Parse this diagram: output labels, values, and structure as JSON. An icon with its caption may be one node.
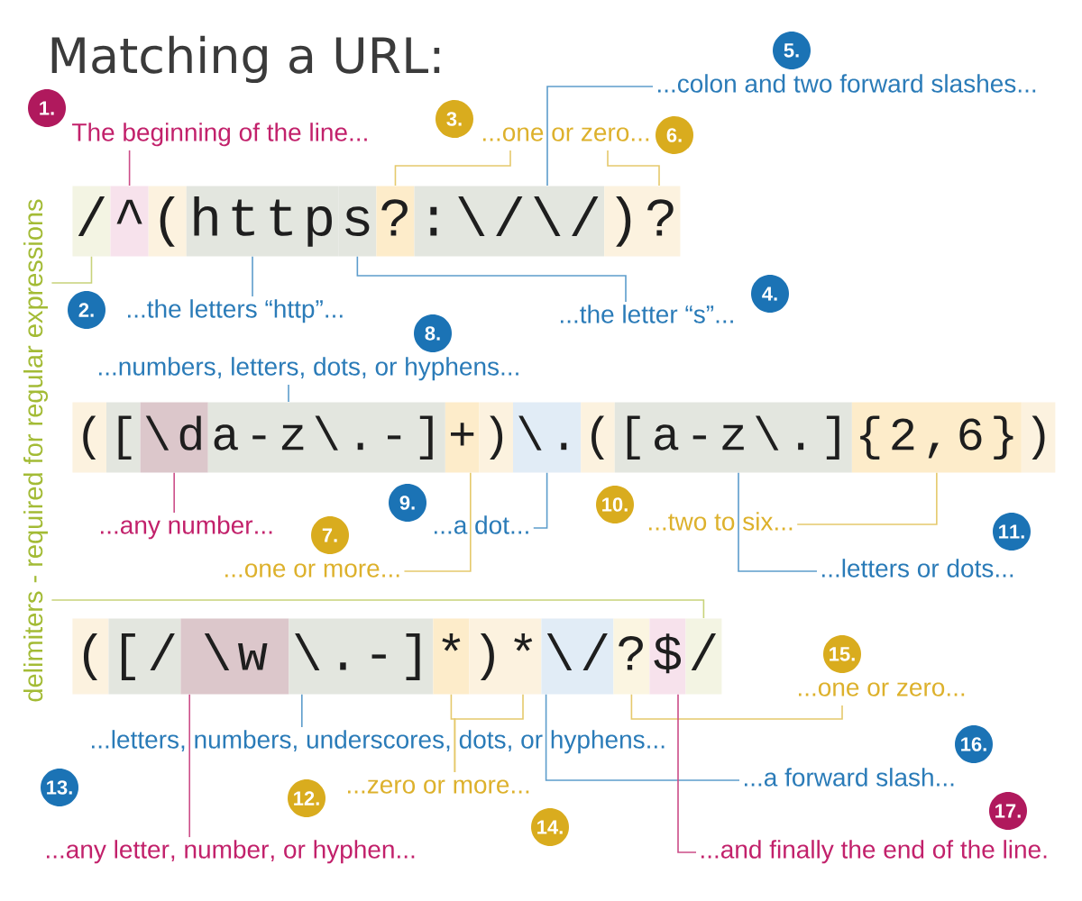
{
  "diagram": {
    "title": "Matching a URL:",
    "nodes": [
      {
        "text": [
          "1."
        ]
      },
      {
        "text": [
          "The beginning of the line..."
        ]
      },
      {
        "text": [
          "5."
        ]
      },
      {
        "text": [
          "...colon and two forward slashes..."
        ]
      },
      {
        "text": [
          "3."
        ]
      },
      {
        "text": [
          "...one or zero..."
        ]
      },
      {
        "text": [
          "6."
        ]
      },
      {
        "text": [
          "delimiters - required for regular expressions"
        ]
      },
      {
        "text": [
          "/"
        ]
      },
      {
        "text": [
          "^"
        ]
      },
      {
        "text": [
          "("
        ]
      },
      {
        "text": [
          "http"
        ]
      },
      {
        "text": [
          "s"
        ]
      },
      {
        "text": [
          "?"
        ]
      },
      {
        "text": [
          ":\\/\\/"
        ]
      },
      {
        "text": [
          ")?"
        ]
      },
      {
        "text": [
          "2."
        ]
      },
      {
        "text": [
          "...the letters “http”..."
        ]
      },
      {
        "text": [
          "...the letter “s”..."
        ]
      },
      {
        "text": [
          "4."
        ]
      },
      {
        "text": [
          "8."
        ]
      },
      {
        "text": [
          "...numbers, letters, dots, or hyphens..."
        ]
      },
      {
        "text": [
          "("
        ]
      },
      {
        "text": [
          "["
        ]
      },
      {
        "text": [
          "\\d"
        ]
      },
      {
        "text": [
          "a-z\\.-]"
        ]
      },
      {
        "text": [
          "+"
        ]
      },
      {
        "text": [
          ")"
        ]
      },
      {
        "text": [
          "\\."
        ]
      },
      {
        "text": [
          "("
        ]
      },
      {
        "text": [
          "[a-z\\.]"
        ]
      },
      {
        "text": [
          "{2,6}"
        ]
      },
      {
        "text": [
          ")"
        ]
      },
      {
        "text": [
          "9."
        ]
      },
      {
        "text": [
          "10."
        ]
      },
      {
        "text": [
          "...any number..."
        ]
      },
      {
        "text": [
          "...a dot..."
        ]
      },
      {
        "text": [
          "...two to six..."
        ]
      },
      {
        "text": [
          "11."
        ]
      },
      {
        "text": [
          "7."
        ]
      },
      {
        "text": [
          "...one or more..."
        ]
      },
      {
        "text": [
          "...letters or dots..."
        ]
      },
      {
        "text": [
          "("
        ]
      },
      {
        "text": [
          "[/"
        ]
      },
      {
        "text": [
          "\\w"
        ]
      },
      {
        "text": [
          "\\.-]"
        ]
      },
      {
        "text": [
          "*"
        ]
      },
      {
        "text": [
          ")*"
        ]
      },
      {
        "text": [
          "\\/"
        ]
      },
      {
        "text": [
          "?"
        ]
      },
      {
        "text": [
          "$"
        ]
      },
      {
        "text": [
          "/"
        ]
      },
      {
        "text": [
          "15."
        ]
      },
      {
        "text": [
          "...one or zero..."
        ]
      },
      {
        "text": [
          "...letters, numbers, underscores, dots, or hyphens..."
        ]
      },
      {
        "text": [
          "16."
        ]
      },
      {
        "text": [
          "...a forward slash..."
        ]
      },
      {
        "text": [
          "13."
        ]
      },
      {
        "text": [
          "...zero or more..."
        ]
      },
      {
        "text": [
          "12."
        ]
      },
      {
        "text": [
          "17."
        ]
      },
      {
        "text": [
          "14."
        ]
      },
      {
        "text": [
          "...any letter, number, or hyphen..."
        ]
      },
      {
        "text": [
          "...and finally the end of the line."
        ]
      }
    ],
    "edges": [
      {
        "from": 1,
        "to": 9,
        "arrow": "none",
        "color": "#cc4d88"
      },
      {
        "from": 5,
        "to": 13,
        "arrow": "none",
        "color": "#e5c96c"
      },
      {
        "from": 5,
        "to": 15,
        "arrow": "none",
        "color": "#e5c96c"
      },
      {
        "from": 3,
        "to": 14,
        "arrow": "none"
      },
      {
        "from": 7,
        "to": 8,
        "arrow": "none",
        "color": "#c8d27a"
      },
      {
        "from": 17,
        "to": 11,
        "arrow": "none"
      },
      {
        "from": 18,
        "to": 12,
        "arrow": "none"
      },
      {
        "from": 21,
        "to": 25,
        "arrow": "none"
      },
      {
        "from": 35,
        "to": 24,
        "arrow": "none",
        "color": "#cc4d88"
      },
      {
        "from": 36,
        "to": 28,
        "arrow": "none"
      },
      {
        "from": 37,
        "to": 31,
        "arrow": "none",
        "color": "#e5c96c"
      },
      {
        "from": 40,
        "to": 26,
        "arrow": "none",
        "color": "#e5c96c"
      },
      {
        "from": 41,
        "to": 30,
        "arrow": "none"
      },
      {
        "from": 7,
        "to": 51,
        "arrow": "none",
        "color": "#c8d27a"
      },
      {
        "from": 53,
        "to": 49,
        "arrow": "none",
        "color": "#e5c96c"
      },
      {
        "from": 54,
        "to": 45,
        "arrow": "none"
      },
      {
        "from": 56,
        "to": 48,
        "arrow": "none"
      },
      {
        "from": 58,
        "to": 46,
        "arrow": "none",
        "color": "#e5c96c"
      },
      {
        "from": 58,
        "to": 47,
        "arrow": "none",
        "color": "#e5c96c"
      },
      {
        "from": 62,
        "to": 44,
        "arrow": "none",
        "color": "#cc4d88"
      },
      {
        "from": 63,
        "to": 50,
        "arrow": "none",
        "color": "#cc4d88"
      }
    ]
  }
}
